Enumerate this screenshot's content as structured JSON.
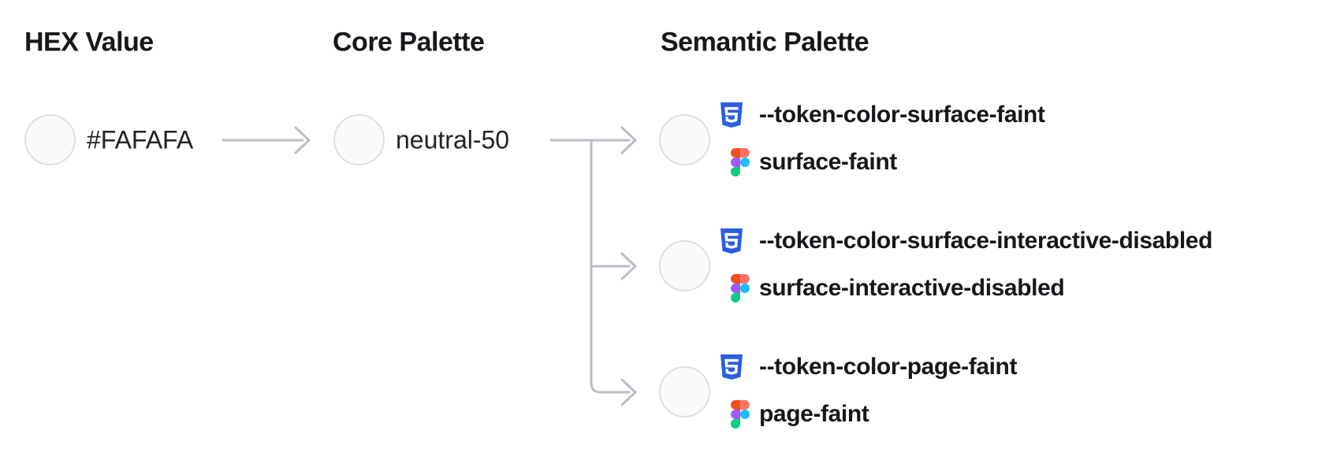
{
  "columns": {
    "hex": {
      "title": "HEX Value",
      "value": "#FAFAFA"
    },
    "core": {
      "title": "Core Palette",
      "value": "neutral-50"
    },
    "semantic": {
      "title": "Semantic Palette",
      "rows": [
        {
          "css_token": "--token-color-surface-faint",
          "figma_token": "surface-faint"
        },
        {
          "css_token": "--token-color-surface-interactive-disabled",
          "figma_token": "surface-interactive-disabled"
        },
        {
          "css_token": "--token-color-page-faint",
          "figma_token": "page-faint"
        }
      ]
    }
  },
  "icons": {
    "css": "css3-shield-icon",
    "figma": "figma-logo-icon"
  },
  "swatch": {
    "fill": "#FAFAFA",
    "border": "#DEDFE5"
  },
  "colors": {
    "text": "#16171B",
    "connector": "#BBBEC7",
    "css_badge_blue": "#2B5DE4",
    "figma_red": "#F24E1E",
    "figma_salmon": "#FF7262",
    "figma_purple": "#A259FF",
    "figma_blue": "#1ABCFE",
    "figma_green": "#0ACF83"
  }
}
